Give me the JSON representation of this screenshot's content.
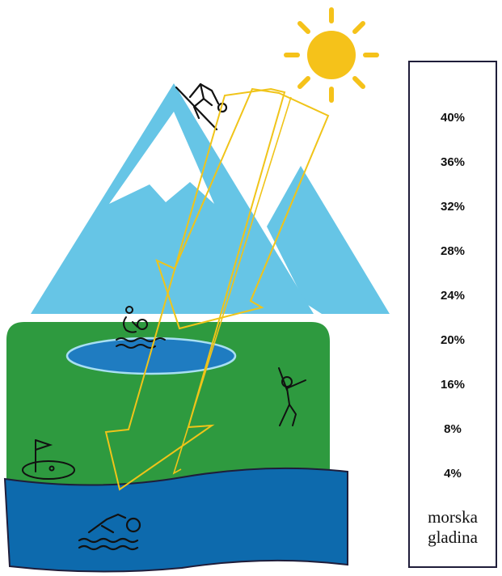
{
  "scale": {
    "levels": [
      "40%",
      "36%",
      "32%",
      "28%",
      "24%",
      "20%",
      "16%",
      "8%",
      "4%"
    ],
    "sea_level_line1": "morska",
    "sea_level_line2": "gladina"
  },
  "colors": {
    "sun": "#f5c21a",
    "mountain": "#66c5e6",
    "meadow": "#2e9a3f",
    "lake": "#1f7cc1",
    "sea": "#0d6aad",
    "arrow": "#f0c419",
    "outline": "#1f1d3a"
  },
  "icons": [
    "sun-icon",
    "skier-icon",
    "water-polo-icon",
    "golfer-icon",
    "golf-flag-icon",
    "swimmer-icon"
  ]
}
